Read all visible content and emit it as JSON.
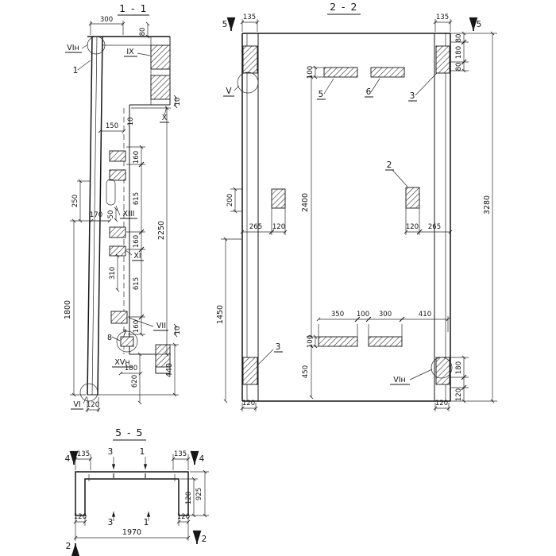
{
  "drawing": {
    "s11": {
      "title": "1 - 1",
      "dims": {
        "d300": "300",
        "d80": "80",
        "d10": "10",
        "d150": "150",
        "d160": "160",
        "d615": "615",
        "d250": "250",
        "d170": "170",
        "d50": "50",
        "d2250": "2250",
        "d310": "310",
        "d1800": "1800",
        "d440": "440",
        "d620": "620",
        "d180": "180",
        "d120": "120"
      },
      "labels": {
        "vi_top": "VIн",
        "pos1": "1",
        "ix": "IX",
        "x": "X",
        "xiii": "XIII",
        "xi": "XI",
        "vii": "VII",
        "pos8": "8",
        "pos7": "7",
        "xv": "XVн",
        "vi": "VI"
      }
    },
    "s22": {
      "title": "2 - 2",
      "dims": {
        "d135": "135",
        "d80": "80",
        "d180": "180",
        "d100": "100",
        "d200": "200",
        "d2400": "2400",
        "d265": "265",
        "d120": "120",
        "d3280": "3280",
        "d1450": "1450",
        "d350": "350",
        "d300": "300",
        "d410": "410",
        "d450": "450"
      },
      "labels": {
        "pos5": "5",
        "pos6": "6",
        "pos3": "3",
        "pos2": "2",
        "v": "V",
        "vi_n": "VIн"
      }
    },
    "s55": {
      "title": "5 - 5",
      "dims": {
        "d135": "135",
        "d925": "925",
        "d120": "120",
        "d1970": "1970"
      },
      "labels": {
        "pos4": "4",
        "pos3": "3",
        "pos1": "1",
        "pos2": "2"
      }
    }
  }
}
